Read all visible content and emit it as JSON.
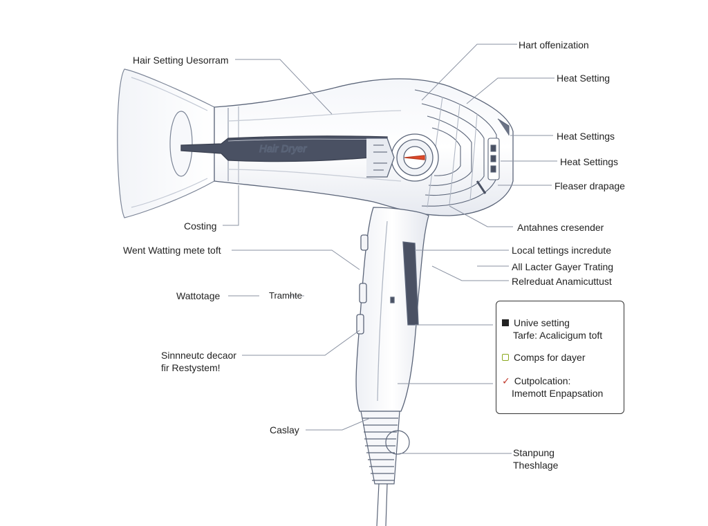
{
  "product_text": "Hair Dryer",
  "labels": {
    "hair_setting_diagram": "Hair Setting Uesorram",
    "hart_offenization": "Hart offenization",
    "heat_setting": "Heat Setting",
    "heat_settings_1": "Heat Settings",
    "heat_settings_2": "Heat Settings",
    "fleaser_drapage": "Fleaser drapage",
    "costing": "Costing",
    "antahnes_cresender": "Antahnes cresender",
    "went_watting": "Went Watting mete toft",
    "local_settings": "Local tettings incredute",
    "all_lacter": "All Lacter Gayer Trating",
    "relreduat": "Relreduat Anamicuttust",
    "wattotage": "Wattotage",
    "tramhte": "Tramhte",
    "sinnneutc_1": "Sinnneutc decaor",
    "sinnneutc_2": "fir Restystem!",
    "caslay": "Caslay",
    "stanpung_1": "Stanpung",
    "stanpung_2": "Theshlage"
  },
  "legend": {
    "item1_line1": "Unive setting",
    "item1_line2": "Tarfe: Acalicigum toft",
    "item2": "Comps for dayer",
    "item3_line1": "Cutpolcation:",
    "item3_line2": "Imemott Enpapsation"
  },
  "colors": {
    "outline": "#5a6478",
    "accent_red": "#e04a2a",
    "legend_green": "#8aa81c",
    "legend_check": "#c0392b"
  }
}
